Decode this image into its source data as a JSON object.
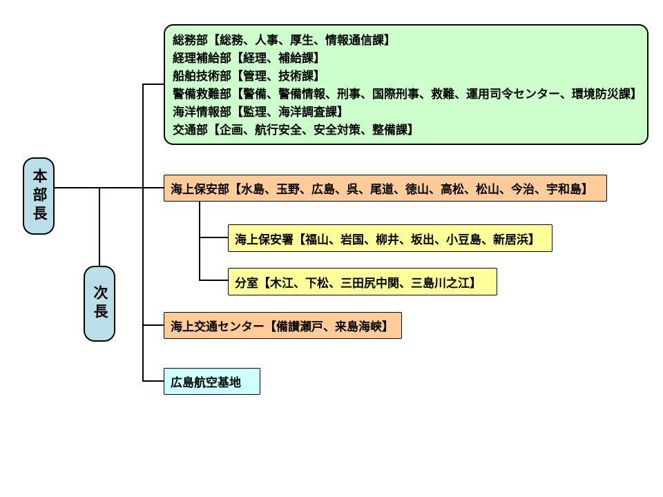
{
  "chart": {
    "type": "organization-chart"
  },
  "nodes": {
    "chief": {
      "label": "本部長"
    },
    "deputy": {
      "label": "次長"
    },
    "departments": {
      "lines": [
        "総務部【総務、人事、厚生、情報通信課】",
        "経理補給部【経理、補給課】",
        "船舶技術部【管理、技術課】",
        "警備救難部【警備、警備情報、刑事、国際刑事、救難、運用司令センター、環境防災課】",
        "海洋情報部【監理、海洋調査課】",
        "交通部【企画、航行安全、安全対策、整備課】"
      ]
    },
    "coast_guard_office": {
      "label": "海上保安部【水島、玉野、広島、呉、尾道、徳山、高松、松山、今治、宇和島】"
    },
    "coast_guard_station": {
      "label": "海上保安署【福山、岩国、柳井、坂出、小豆島、新居浜】"
    },
    "branch_office": {
      "label": "分室【木江、下松、三田尻中関、三島川之江】"
    },
    "traffic_center": {
      "label": "海上交通センター【備讃瀬戸、来島海峡】"
    },
    "air_base": {
      "label": "広島航空基地"
    }
  },
  "colors": {
    "departments_bg": "#ccffcc",
    "office_bg": "#ffcc99",
    "station_bg": "#ffff99",
    "air_base_bg": "#ccffff",
    "executive_bg": "#bbdfe8",
    "connector": "#000000",
    "page_bg": "#ffffff"
  }
}
